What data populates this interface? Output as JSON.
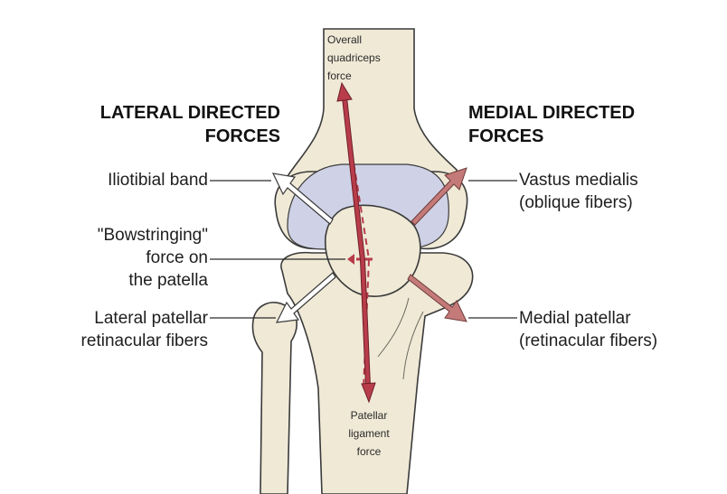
{
  "headings": {
    "lateral": [
      "LATERAL DIRECTED",
      "FORCES"
    ],
    "medial": [
      "MEDIAL DIRECTED",
      "FORCES"
    ]
  },
  "labels": {
    "quadriceps": [
      "Overall",
      "quadriceps",
      "force"
    ],
    "iliotibial": [
      "Iliotibial band"
    ],
    "bowstringing": [
      "\"Bowstringing\"",
      "force on",
      "the patella"
    ],
    "lateral_retinacular": [
      "Lateral patellar",
      "retinacular fibers"
    ],
    "vastus_medialis": [
      "Vastus medialis",
      "(oblique fibers)"
    ],
    "medial_patellar": [
      "Medial patellar",
      "(retinacular fibers)"
    ],
    "patellar_ligament": [
      "Patellar",
      "ligament",
      "force"
    ]
  },
  "colors": {
    "bone": "#efe9d6",
    "bone_outline": "#3a3a3a",
    "cartilage": "#cfd2e6",
    "force_red": "#b83c4a",
    "force_medial": "#c47a78",
    "arrow_white": "#ffffff"
  }
}
